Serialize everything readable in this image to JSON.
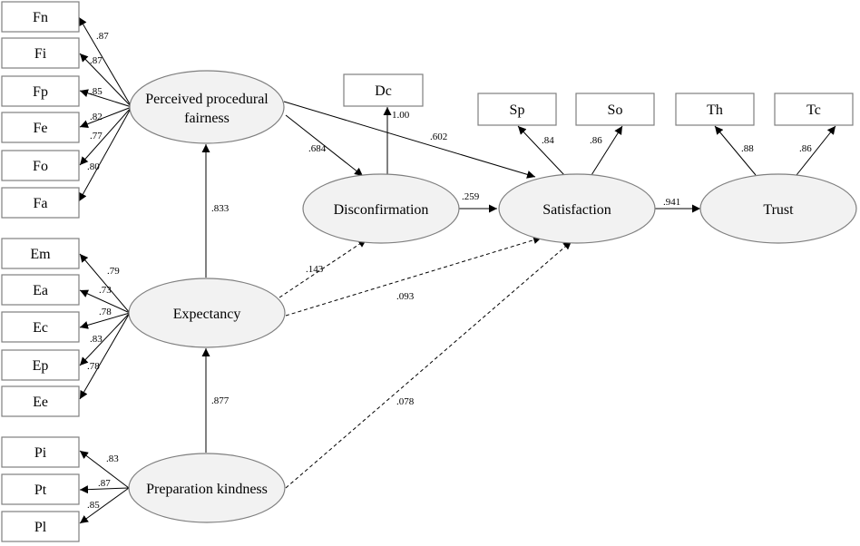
{
  "latent": {
    "ppf": {
      "line1": "Perceived procedural",
      "line2": "fairness"
    },
    "expectancy": "Expectancy",
    "preparation": "Preparation kindness",
    "disconfirmation": "Disconfirmation",
    "satisfaction": "Satisfaction",
    "trust": "Trust"
  },
  "indicators": {
    "ppf": [
      {
        "label": "Fn",
        "loading": ".87"
      },
      {
        "label": "Fi",
        "loading": ".87"
      },
      {
        "label": "Fp",
        "loading": ".85"
      },
      {
        "label": "Fe",
        "loading": ".82"
      },
      {
        "label": "Fo",
        "loading": ".77"
      },
      {
        "label": "Fa",
        "loading": ".80"
      }
    ],
    "expectancy": [
      {
        "label": "Em",
        "loading": ".79"
      },
      {
        "label": "Ea",
        "loading": ".73"
      },
      {
        "label": "Ec",
        "loading": ".78"
      },
      {
        "label": "Ep",
        "loading": ".83"
      },
      {
        "label": "Ee",
        "loading": ".78"
      }
    ],
    "preparation": [
      {
        "label": "Pi",
        "loading": ".83"
      },
      {
        "label": "Pt",
        "loading": ".87"
      },
      {
        "label": "Pl",
        "loading": ".85"
      }
    ],
    "disconfirmation": [
      {
        "label": "Dc",
        "loading": "1.00"
      }
    ],
    "satisfaction": [
      {
        "label": "Sp",
        "loading": ".84"
      },
      {
        "label": "So",
        "loading": ".86"
      }
    ],
    "trust": [
      {
        "label": "Th",
        "loading": ".88"
      },
      {
        "label": "Tc",
        "loading": ".86"
      }
    ]
  },
  "paths": {
    "ppf_to_disconfirmation": ".684",
    "ppf_to_satisfaction": ".602",
    "expectancy_to_ppf": ".833",
    "expectancy_to_disconfirmation": ".143",
    "expectancy_to_satisfaction": ".093",
    "preparation_to_expectancy": ".877",
    "preparation_to_satisfaction": ".078",
    "disconfirmation_to_satisfaction": ".259",
    "satisfaction_to_trust": ".941"
  }
}
